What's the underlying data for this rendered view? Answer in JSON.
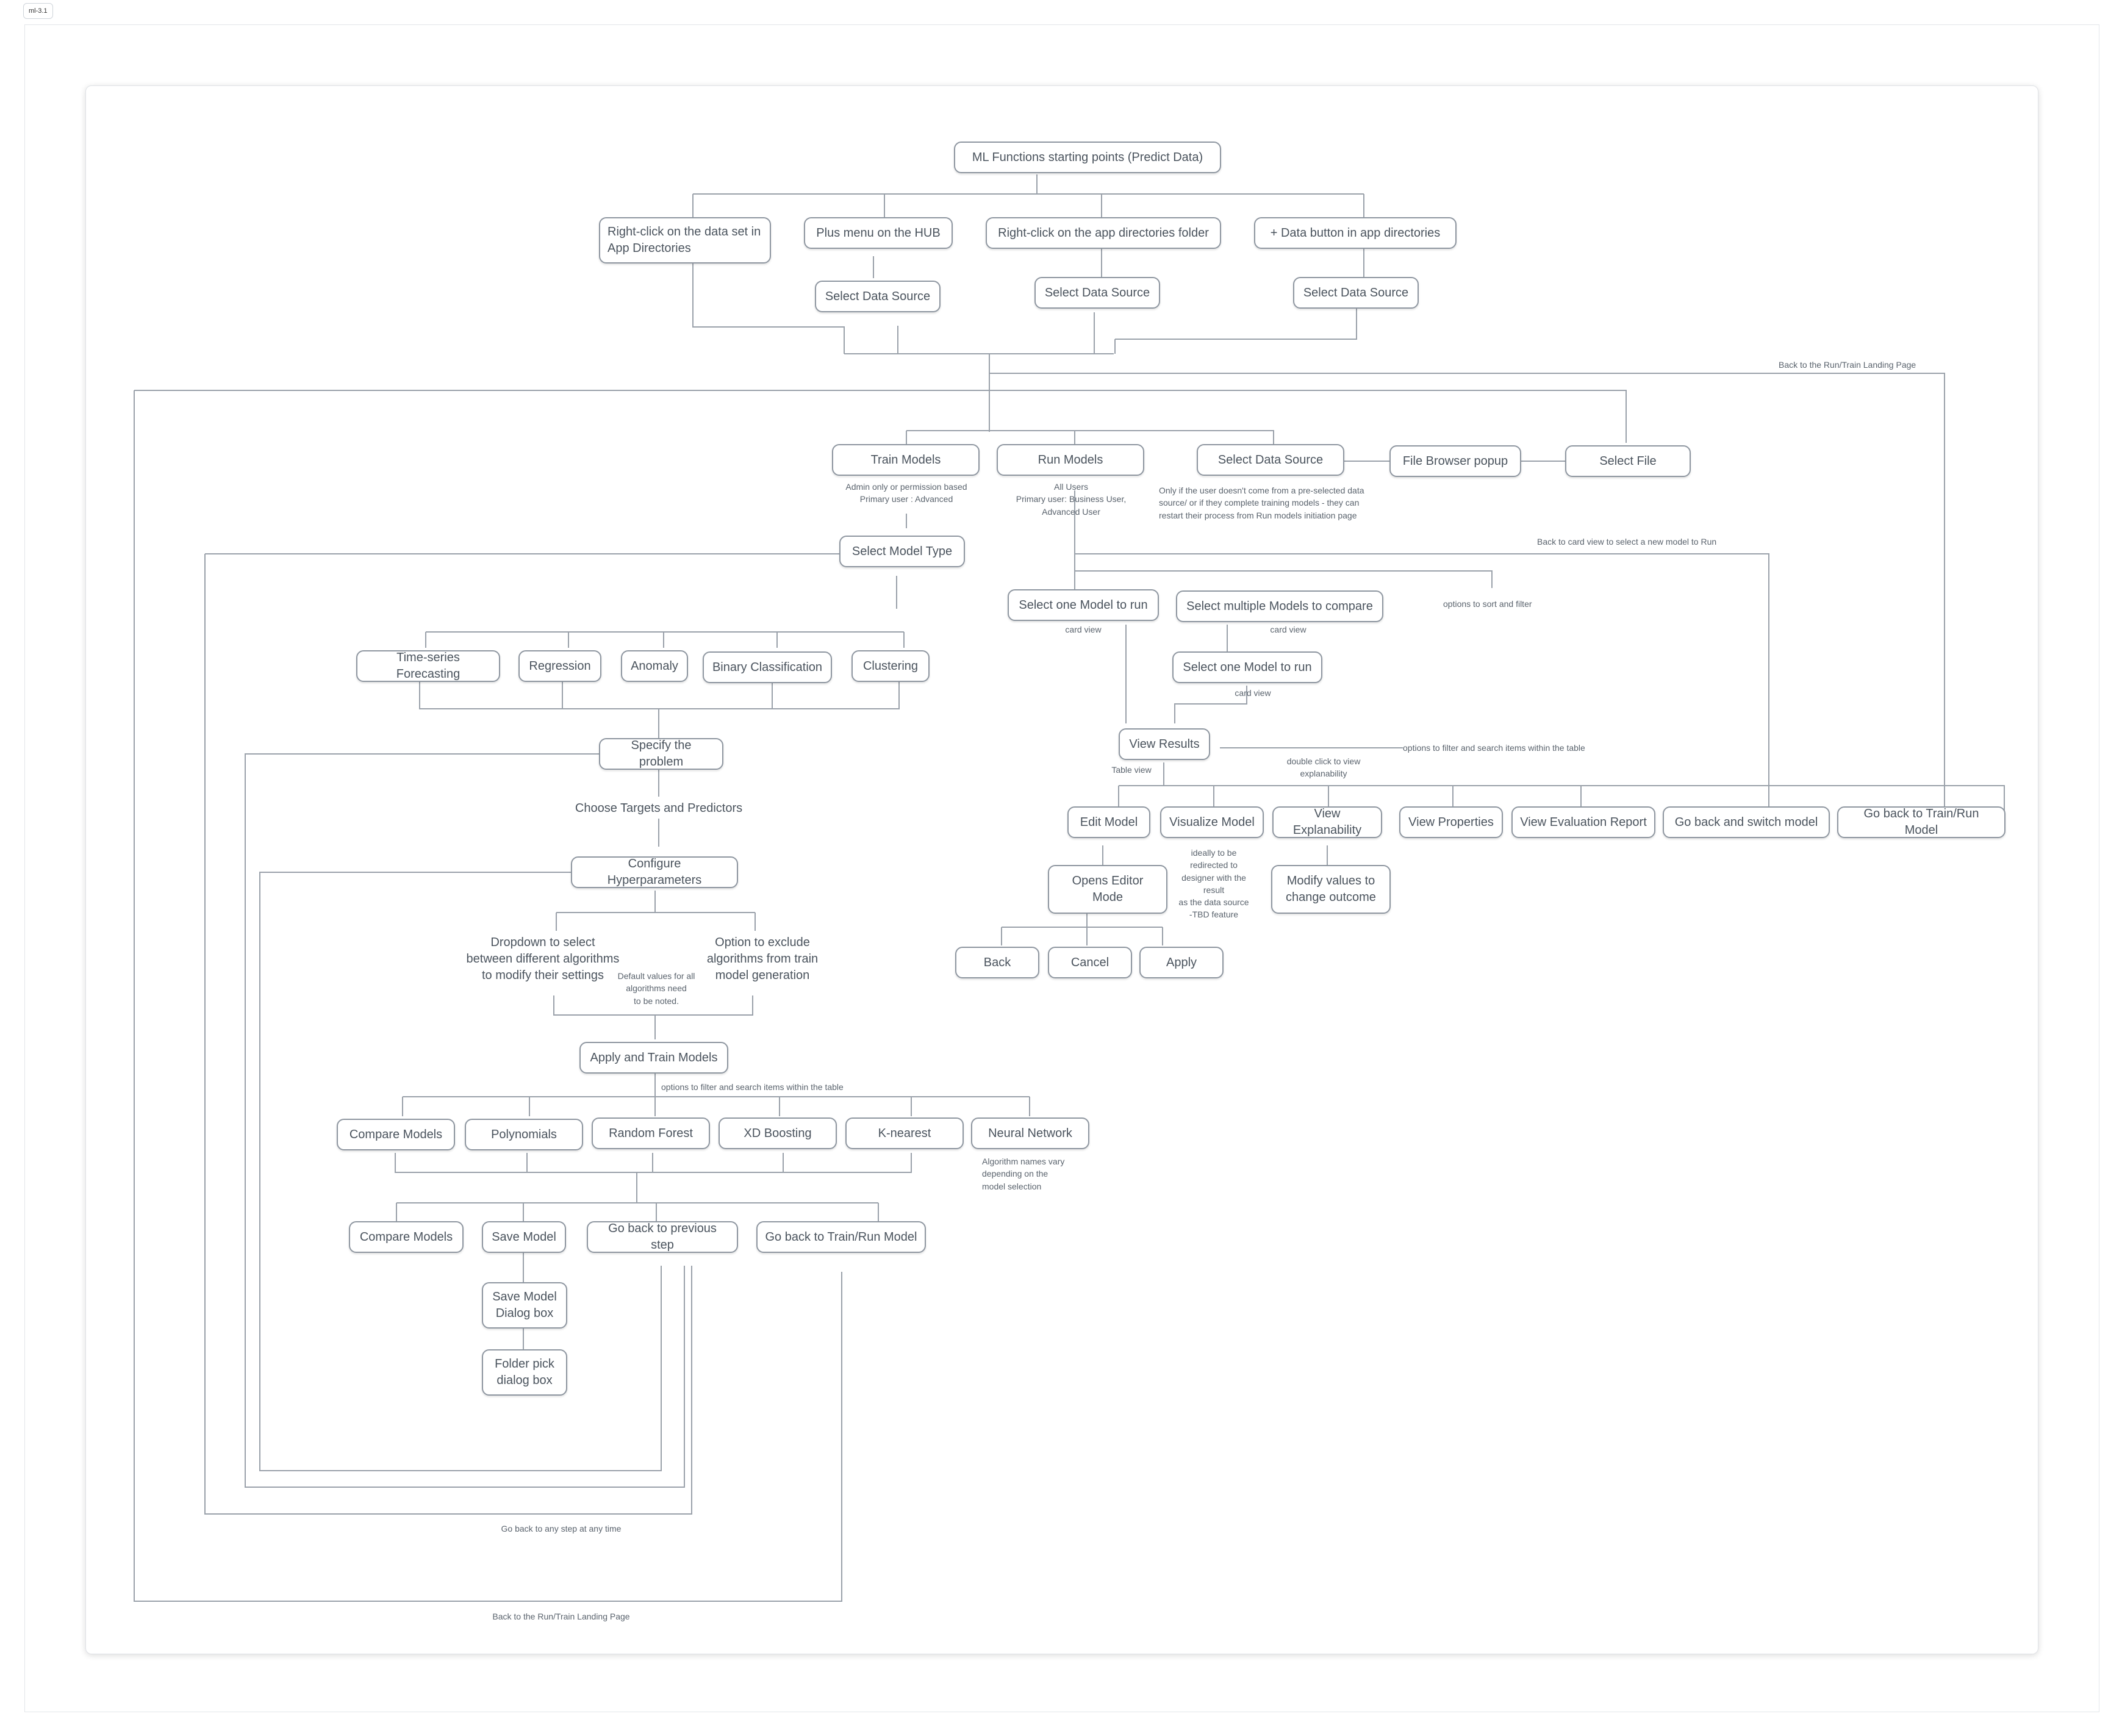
{
  "tag": "ml-3.1",
  "nodes": {
    "start": "ML Functions starting points (Predict Data)",
    "right_click_dataset": "Right-click on the data set in\nApp Directories",
    "plus_menu": "Plus menu on the HUB",
    "right_click_folder": "Right-click on the app directories folder",
    "data_button": "+ Data button in app directories",
    "select_ds_1": "Select Data Source",
    "select_ds_2": "Select Data Source",
    "select_ds_3": "Select Data Source",
    "train_models": "Train Models",
    "run_models": "Run Models",
    "select_ds_main": "Select Data Source",
    "file_browser": "File Browser popup",
    "select_file": "Select File",
    "select_model_type": "Select Model Type",
    "ts_forecasting": "Time-series Forecasting",
    "regression": "Regression",
    "anomaly": "Anomaly",
    "binary_classification": "Binary Classification",
    "clustering": "Clustering",
    "specify_problem": "Specify the problem",
    "configure_hyper": "Configure Hyperparameters",
    "apply_train": "Apply and Train Models",
    "compare_models_1": "Compare Models",
    "polynomials": "Polynomials",
    "random_forest": "Random Forest",
    "xd_boosting": "XD Boosting",
    "k_nearest": "K-nearest",
    "neural_network": "Neural Network",
    "compare_models_2": "Compare Models",
    "save_model": "Save Model",
    "go_back_prev": "Go back to previous step",
    "go_back_train_run_1": "Go back to Train/Run Model",
    "save_model_dialog": "Save Model\nDialog box",
    "folder_pick": "Folder pick\ndialog box",
    "select_one_model": "Select one Model to run",
    "select_multiple": "Select multiple Models to compare",
    "select_one_model_2": "Select one Model to run",
    "view_results": "View Results",
    "edit_model": "Edit Model",
    "visualize_model": "Visualize Model",
    "view_explanability": "View Explanability",
    "view_properties": "View Properties",
    "view_eval_report": "View Evaluation Report",
    "go_back_switch": "Go back and switch model",
    "go_back_train_run_2": "Go back to Train/Run Model",
    "opens_editor": "Opens Editor\nMode",
    "modify_values": "Modify values to\nchange outcome",
    "back": "Back",
    "cancel": "Cancel",
    "apply": "Apply"
  },
  "texts": {
    "choose_targets": "Choose Targets and Predictors",
    "dropdown_select": "Dropdown to select\nbetween different algorithms\nto modify their settings",
    "option_exclude": "Option to exclude\nalgorithms from train\nmodel generation"
  },
  "notes": {
    "back_landing_top": "Back to the Run/Train Landing Page",
    "train_note": "Admin only or permission based\nPrimary user : Advanced",
    "run_note": "All Users\nPrimary user: Business User,\nAdvanced User",
    "ds_note": "Only if the user doesn't come from a pre-selected data\nsource/ or if they complete training models - they can\nrestart their process from Run models initiation page",
    "back_card_view": "Back to card view to select a new model to Run",
    "sort_filter": "options to sort and filter",
    "card_view_1": "card view",
    "card_view_2": "card view",
    "card_view_3": "card view",
    "filter_search_results": "options to filter and search items within the table",
    "double_click": "double click to view\nexplanability",
    "table_view": "Table view",
    "ideally": "ideally to be\nredirected to\ndesigner with the\nresult\nas the data source\n-TBD feature",
    "default_values": "Default values for all\nalgorithms need\nto be noted.",
    "filter_search_train": "options to filter and search items within the table",
    "algo_names": "Algorithm names vary\ndepending on the\nmodel selection",
    "go_back_any": "Go back to any step at any time",
    "back_landing_bottom": "Back to the Run/Train Landing Page"
  }
}
